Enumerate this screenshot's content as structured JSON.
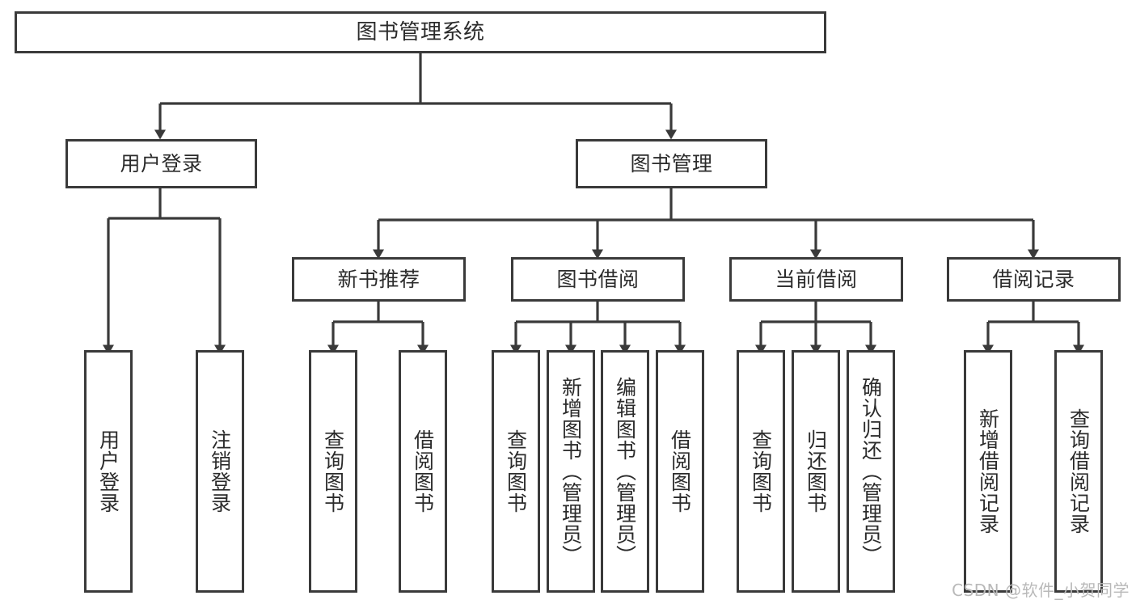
{
  "diagram": {
    "type": "tree-hierarchy-chart",
    "title_node": {
      "label": "图书管理系统"
    },
    "level2": [
      {
        "id": "user-login",
        "label": "用户登录"
      },
      {
        "id": "book-management",
        "label": "图书管理"
      }
    ],
    "level3": [
      {
        "id": "new-book-recommend",
        "label": "新书推荐",
        "parent": "book-management"
      },
      {
        "id": "book-borrow",
        "label": "图书借阅",
        "parent": "book-management"
      },
      {
        "id": "current-borrow",
        "label": "当前借阅",
        "parent": "book-management"
      },
      {
        "id": "borrow-record",
        "label": "借阅记录",
        "parent": "book-management"
      }
    ],
    "leaves": {
      "user_login": [
        {
          "id": "leaf-user-login",
          "label": "用户登录"
        },
        {
          "id": "leaf-user-logout",
          "label": "注销登录"
        }
      ],
      "new_book_recommend": [
        {
          "id": "leaf-query-book-1",
          "label": "查询图书"
        },
        {
          "id": "leaf-borrow-book-1",
          "label": "借阅图书"
        }
      ],
      "book_borrow": [
        {
          "id": "leaf-query-book-2",
          "label": "查询图书"
        },
        {
          "id": "leaf-add-book",
          "label": "新增图书（管理员）"
        },
        {
          "id": "leaf-edit-book",
          "label": "编辑图书（管理员）"
        },
        {
          "id": "leaf-borrow-book-2",
          "label": "借阅图书"
        }
      ],
      "current_borrow": [
        {
          "id": "leaf-query-book-3",
          "label": "查询图书"
        },
        {
          "id": "leaf-return-book",
          "label": "归还图书"
        },
        {
          "id": "leaf-confirm-return",
          "label": "确认归还（管理员）"
        }
      ],
      "borrow_record": [
        {
          "id": "leaf-add-record",
          "label": "新增借阅记录"
        },
        {
          "id": "leaf-query-record",
          "label": "查询借阅记录"
        }
      ]
    }
  },
  "watermark": {
    "text": "CSDN @软件_小贺同学"
  },
  "colors": {
    "background": "#ffffff",
    "box_border": "#3a3a3a",
    "box_fill": "#ffffff",
    "text": "#2b2b2b",
    "connector": "#3a3a3a",
    "watermark": "#b9b9b9"
  }
}
